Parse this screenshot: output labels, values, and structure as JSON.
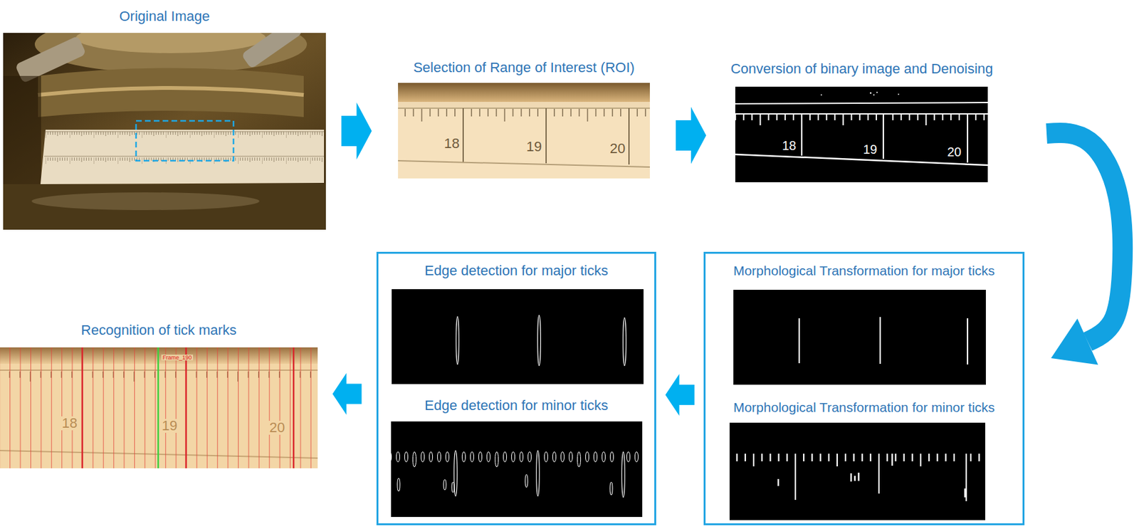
{
  "diagram": {
    "nodes": [
      {
        "text": [
          "Original Image"
        ]
      },
      {
        "text": [
          "Selection of Range of Interest (ROI)"
        ]
      },
      {
        "text": [
          "Conversion of binary image and Denoising"
        ]
      },
      {
        "text": []
      },
      {
        "text": [
          "Morphological Transformation for major ticks"
        ],
        "in": 3
      },
      {
        "text": [
          "Morphological Transformation for minor ticks"
        ],
        "in": 3
      },
      {
        "text": []
      },
      {
        "text": [
          "Edge detection for major ticks"
        ],
        "in": 6
      },
      {
        "text": [
          "Edge detection for minor ticks"
        ],
        "in": 6
      },
      {
        "text": [
          "Recognition of tick marks"
        ]
      }
    ],
    "edges": [
      {
        "from": 0,
        "to": 1,
        "arrow": "to"
      },
      {
        "from": 1,
        "to": 2,
        "arrow": "to"
      },
      {
        "from": 2,
        "to": 3,
        "arrow": "to"
      },
      {
        "from": 3,
        "to": 6,
        "arrow": "to"
      },
      {
        "from": 6,
        "to": 9,
        "arrow": "to"
      }
    ],
    "labels": [
      "18",
      "19",
      "20",
      "18",
      "19",
      "20",
      "Frame_190",
      "18",
      "19",
      "20"
    ]
  }
}
